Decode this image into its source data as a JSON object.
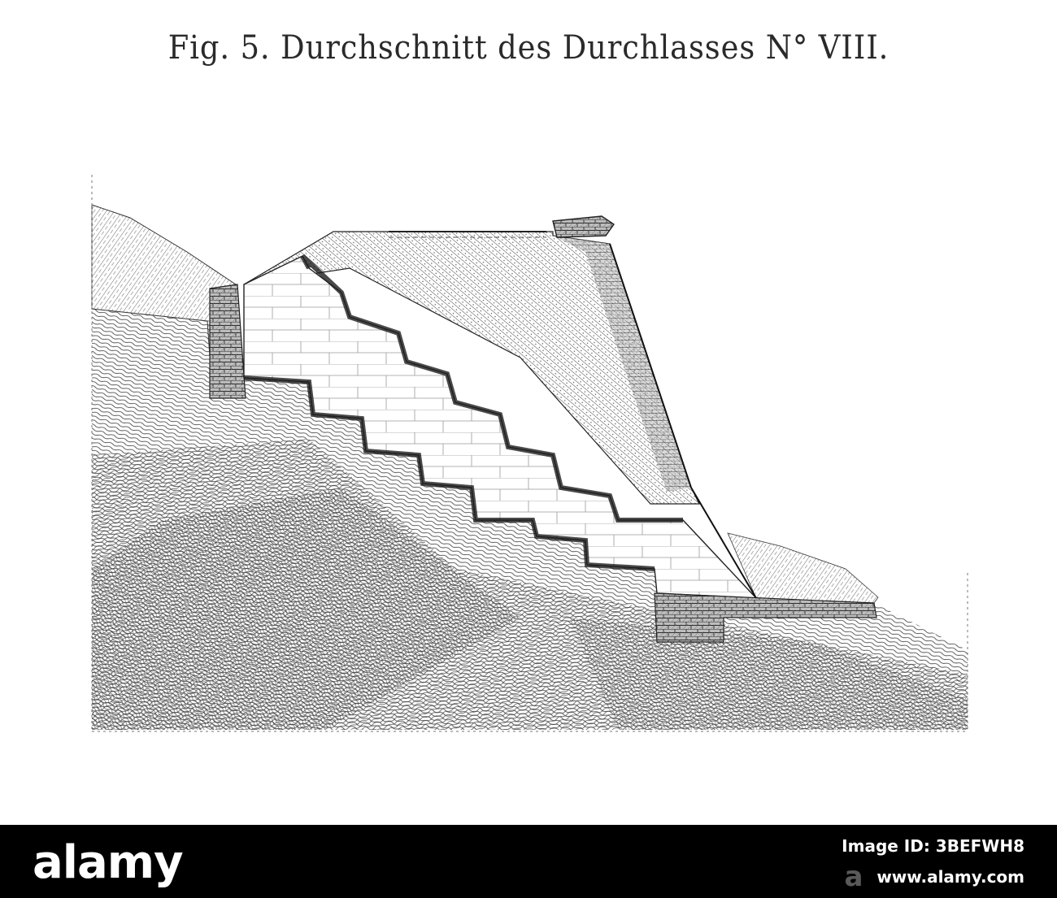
{
  "figure": {
    "title": "Fig. 5. Durchschnitt des Durchlasses N° VIII."
  },
  "colors": {
    "ink": "#2a2a2a",
    "paper": "#ffffff",
    "footer_bg": "#000000",
    "footer_text": "#ffffff"
  },
  "footer": {
    "brand": "alamy",
    "watermark": "a",
    "image_id": "Image ID: 3BEFWH8",
    "url": "www.alamy.com"
  }
}
